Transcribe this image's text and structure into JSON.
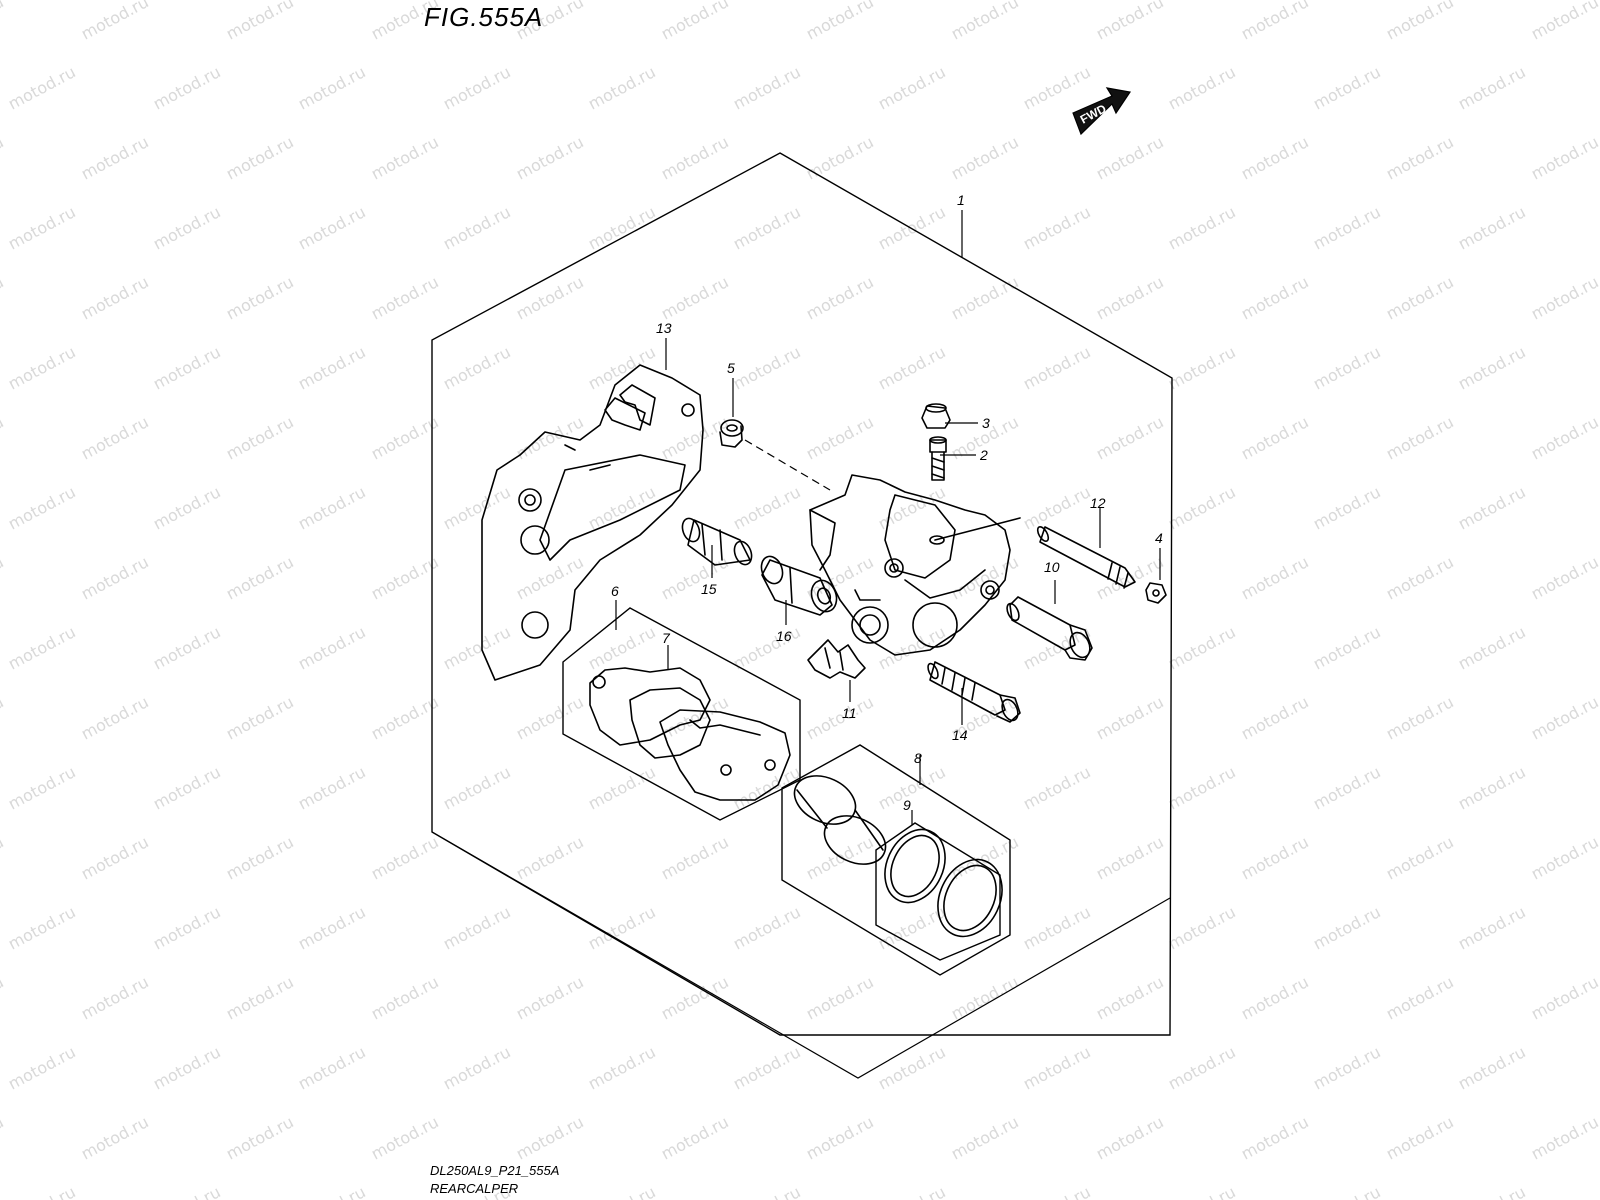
{
  "figure": {
    "title": "FIG.555A",
    "footer_code": "DL250AL9_P21_555A",
    "footer_name": "REARCALPER",
    "fwd_label": "FWD",
    "watermark": "motod.ru"
  },
  "callouts": [
    {
      "id": "1",
      "label": "1"
    },
    {
      "id": "2",
      "label": "2"
    },
    {
      "id": "3",
      "label": "3"
    },
    {
      "id": "4",
      "label": "4"
    },
    {
      "id": "5",
      "label": "5"
    },
    {
      "id": "6",
      "label": "6"
    },
    {
      "id": "7",
      "label": "7"
    },
    {
      "id": "8",
      "label": "8"
    },
    {
      "id": "9",
      "label": "9"
    },
    {
      "id": "10",
      "label": "10"
    },
    {
      "id": "11",
      "label": "11"
    },
    {
      "id": "12",
      "label": "12"
    },
    {
      "id": "13",
      "label": "13"
    },
    {
      "id": "14",
      "label": "14"
    },
    {
      "id": "15",
      "label": "15"
    },
    {
      "id": "16",
      "label": "16"
    }
  ],
  "colors": {
    "line": "#000000",
    "watermark": "#d9d9d9",
    "background": "#ffffff"
  }
}
